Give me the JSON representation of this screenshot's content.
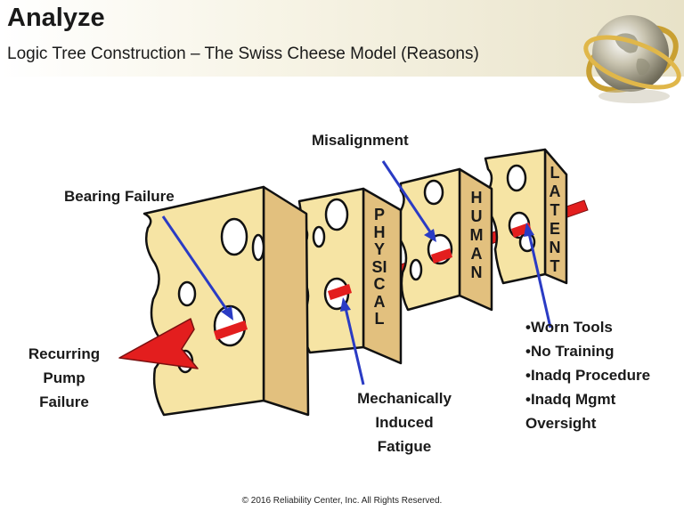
{
  "header": {
    "title": "Analyze",
    "subtitle": "Logic Tree Construction – The Swiss Cheese Model (Reasons)"
  },
  "slices": {
    "physical": "PHYSICAL",
    "human": "HUMAN",
    "latent": "LATENT"
  },
  "labels": {
    "misalignment": "Misalignment",
    "bearing_failure": "Bearing Failure",
    "recurring": [
      "Recurring",
      "Pump",
      "Failure"
    ],
    "mechanical": [
      "Mechanically",
      "Induced",
      "Fatigue"
    ],
    "latent_reasons": [
      "•Worn Tools",
      "•No Training",
      "•Inadq Procedure",
      "•Inadq Mgmt",
      "Oversight"
    ]
  },
  "footer": "© 2016 Reliability Center, Inc.  All Rights Reserved.",
  "colors": {
    "cheese_face": "#f6e4a4",
    "cheese_side": "#e2c07e",
    "arrow_red": "#e31e1e",
    "pointer_blue": "#2a3bc4"
  }
}
